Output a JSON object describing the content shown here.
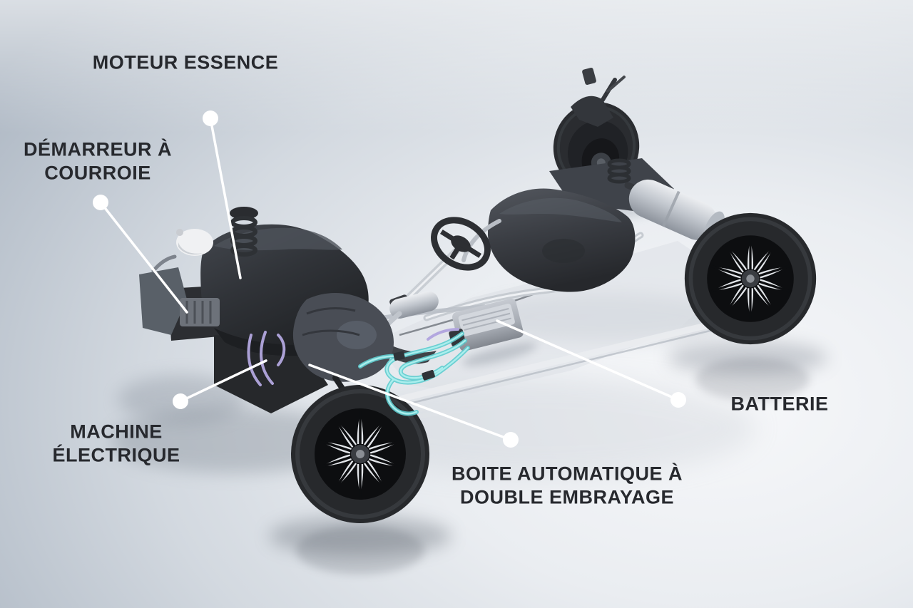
{
  "diagram": {
    "subject": "hybrid-powertrain-chassis-cutaway",
    "labels": [
      {
        "id": "moteur-essence",
        "text": "MOTEUR ESSENCE"
      },
      {
        "id": "demarreur-a-courroie",
        "text": "DÉMARREUR À\nCOURROIE"
      },
      {
        "id": "machine-electrique",
        "text": "MACHINE\nÉLECTRIQUE"
      },
      {
        "id": "boite-automatique",
        "text": "BOITE AUTOMATIQUE À\nDOUBLE EMBRAYAGE"
      },
      {
        "id": "batterie",
        "text": "BATTERIE"
      }
    ],
    "colors": {
      "label_text": "#27292e",
      "callout_line": "#ffffff",
      "cable_teal": "#8fe5e5",
      "cable_purple": "#b3a7df",
      "background_light": "#f4f5f8",
      "background_dark": "#aab4c1"
    }
  }
}
